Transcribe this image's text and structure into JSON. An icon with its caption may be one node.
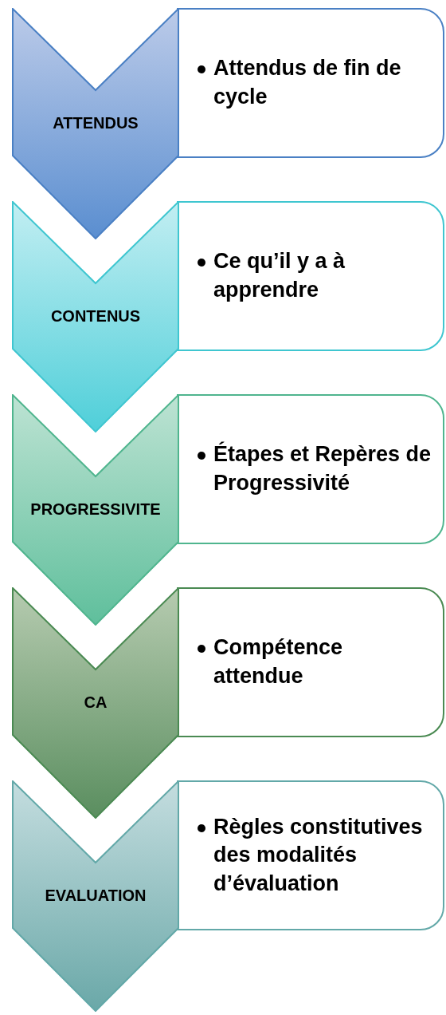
{
  "diagram": {
    "nodes": [
      {
        "text": [
          "ATTENDUS"
        ]
      },
      {
        "text": [
          "Attendus de fin de cycle"
        ]
      },
      {
        "text": [
          "CONTENUS"
        ]
      },
      {
        "text": [
          "Ce qu’il y a à apprendre"
        ]
      },
      {
        "text": [
          "PROGRESSIVITE"
        ]
      },
      {
        "text": [
          "Étapes et Repères de Progressivité"
        ]
      },
      {
        "text": [
          "CA"
        ]
      },
      {
        "text": [
          "Compétence attendue"
        ]
      },
      {
        "text": [
          "EVALUATION"
        ]
      },
      {
        "text": [
          "Règles constitutives des modalités d’évaluation"
        ]
      }
    ]
  }
}
